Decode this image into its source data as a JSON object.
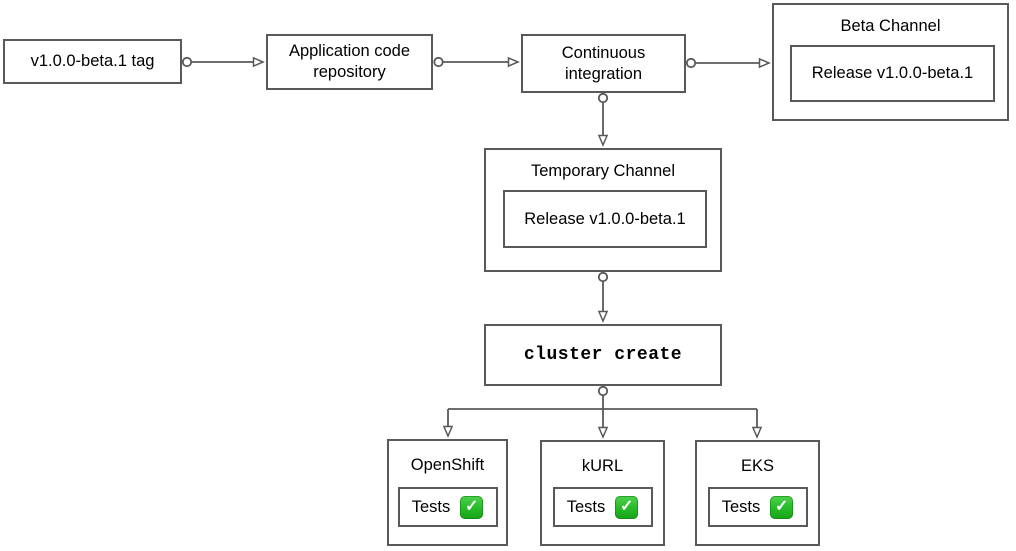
{
  "diagram": {
    "colors": {
      "stroke": "#595959",
      "text": "#000000",
      "background": "#ffffff",
      "check_green": "#1fa81f"
    },
    "nodes": {
      "tag": {
        "label": "v1.0.0-beta.1 tag"
      },
      "repo": {
        "label": "Application code repository"
      },
      "ci": {
        "label": "Continuous integration"
      },
      "beta_channel": {
        "title": "Beta Channel",
        "release_label": "Release v1.0.0-beta.1"
      },
      "temporary_channel": {
        "title": "Temporary Channel",
        "release_label": "Release v1.0.0-beta.1"
      },
      "cluster_create": {
        "label": "cluster create"
      },
      "openshift": {
        "title": "OpenShift",
        "tests_label": "Tests"
      },
      "kurl": {
        "title": "kURL",
        "tests_label": "Tests"
      },
      "eks": {
        "title": "EKS",
        "tests_label": "Tests"
      }
    },
    "icons": {
      "check_glyph": "✓"
    }
  }
}
